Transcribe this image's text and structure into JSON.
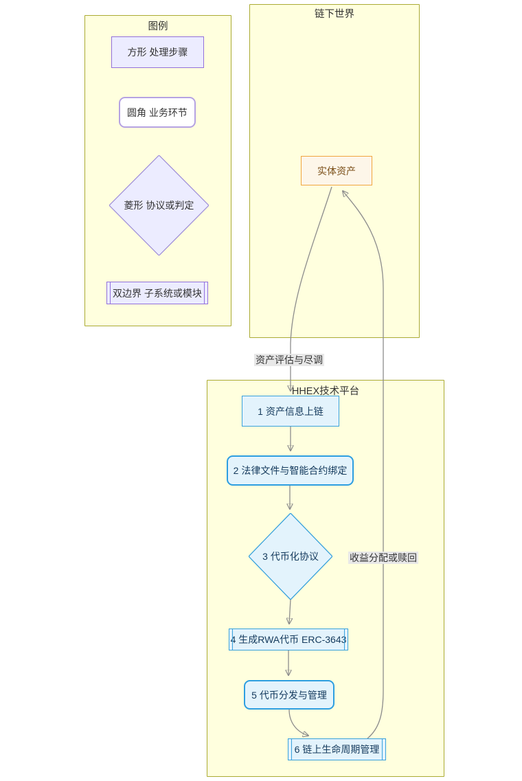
{
  "diagram": {
    "legend": {
      "title": "图例",
      "items": [
        {
          "shape": "rect",
          "label": "方形 处理步骤"
        },
        {
          "shape": "rounded",
          "label": "圆角 业务环节"
        },
        {
          "shape": "diamond",
          "label": "菱形 协议或判定"
        },
        {
          "shape": "subroutine",
          "label": "双边界 子系统或模块"
        }
      ]
    },
    "offchain": {
      "title": "链下世界",
      "asset": {
        "label": "实体资产",
        "shape": "rect"
      }
    },
    "platform": {
      "title": "HHEX技术平台",
      "nodes": [
        {
          "id": "1",
          "shape": "rect",
          "label": "1 资产信息上链"
        },
        {
          "id": "2",
          "shape": "rounded",
          "label": "2 法律文件与智能合约绑定"
        },
        {
          "id": "3",
          "shape": "diamond",
          "label": "3 代币化协议"
        },
        {
          "id": "4",
          "shape": "subroutine",
          "label": "4 生成RWA代币 ERC-3643"
        },
        {
          "id": "5",
          "shape": "rounded",
          "label": "5 代币分发与管理"
        },
        {
          "id": "6",
          "shape": "subroutine",
          "label": "6 链上生命周期管理"
        }
      ]
    },
    "edges": [
      {
        "from": "实体资产",
        "to": "1 资产信息上链",
        "label": "资产评估与尽调"
      },
      {
        "from": "1",
        "to": "2",
        "label": ""
      },
      {
        "from": "2",
        "to": "3",
        "label": ""
      },
      {
        "from": "3",
        "to": "4",
        "label": ""
      },
      {
        "from": "4",
        "to": "5",
        "label": ""
      },
      {
        "from": "5",
        "to": "6",
        "label": ""
      },
      {
        "from": "6 链上生命周期管理",
        "to": "实体资产",
        "label": "收益分配或赎回"
      }
    ],
    "edge_labels": {
      "to_platform": "资产评估与尽调",
      "to_offchain": "收益分配或赎回"
    },
    "colors": {
      "cluster_fill": "#FFFFDE",
      "cluster_border": "#AAAA33",
      "purple_fill": "#ECECFF",
      "purple_border": "#9370DB",
      "blue_fill": "#E3F3FC",
      "blue_border": "#38A1DC",
      "orange_fill": "#FDF6E9",
      "orange_border": "#F0A53F",
      "orange_text": "#7A4E17",
      "edge_stroke": "#8C8C8C",
      "edge_label_bg": "#E8E8E8"
    }
  }
}
